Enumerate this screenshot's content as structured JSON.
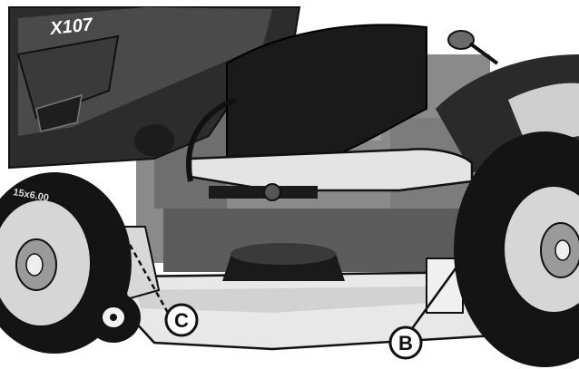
{
  "model_badge": {
    "text": "X107"
  },
  "tire_sidewall": {
    "text": "15x6.00"
  },
  "callouts": [
    {
      "id": "c",
      "label": "C"
    },
    {
      "id": "b",
      "label": "B"
    }
  ],
  "colors": {
    "background": "#ffffff",
    "outline": "#111111",
    "body_dark": "#2a2a2a",
    "body_mid": "#6a6a6a",
    "body_light": "#b4b4b4",
    "deck_light": "#dcdcdc",
    "tire_black": "#141414"
  }
}
